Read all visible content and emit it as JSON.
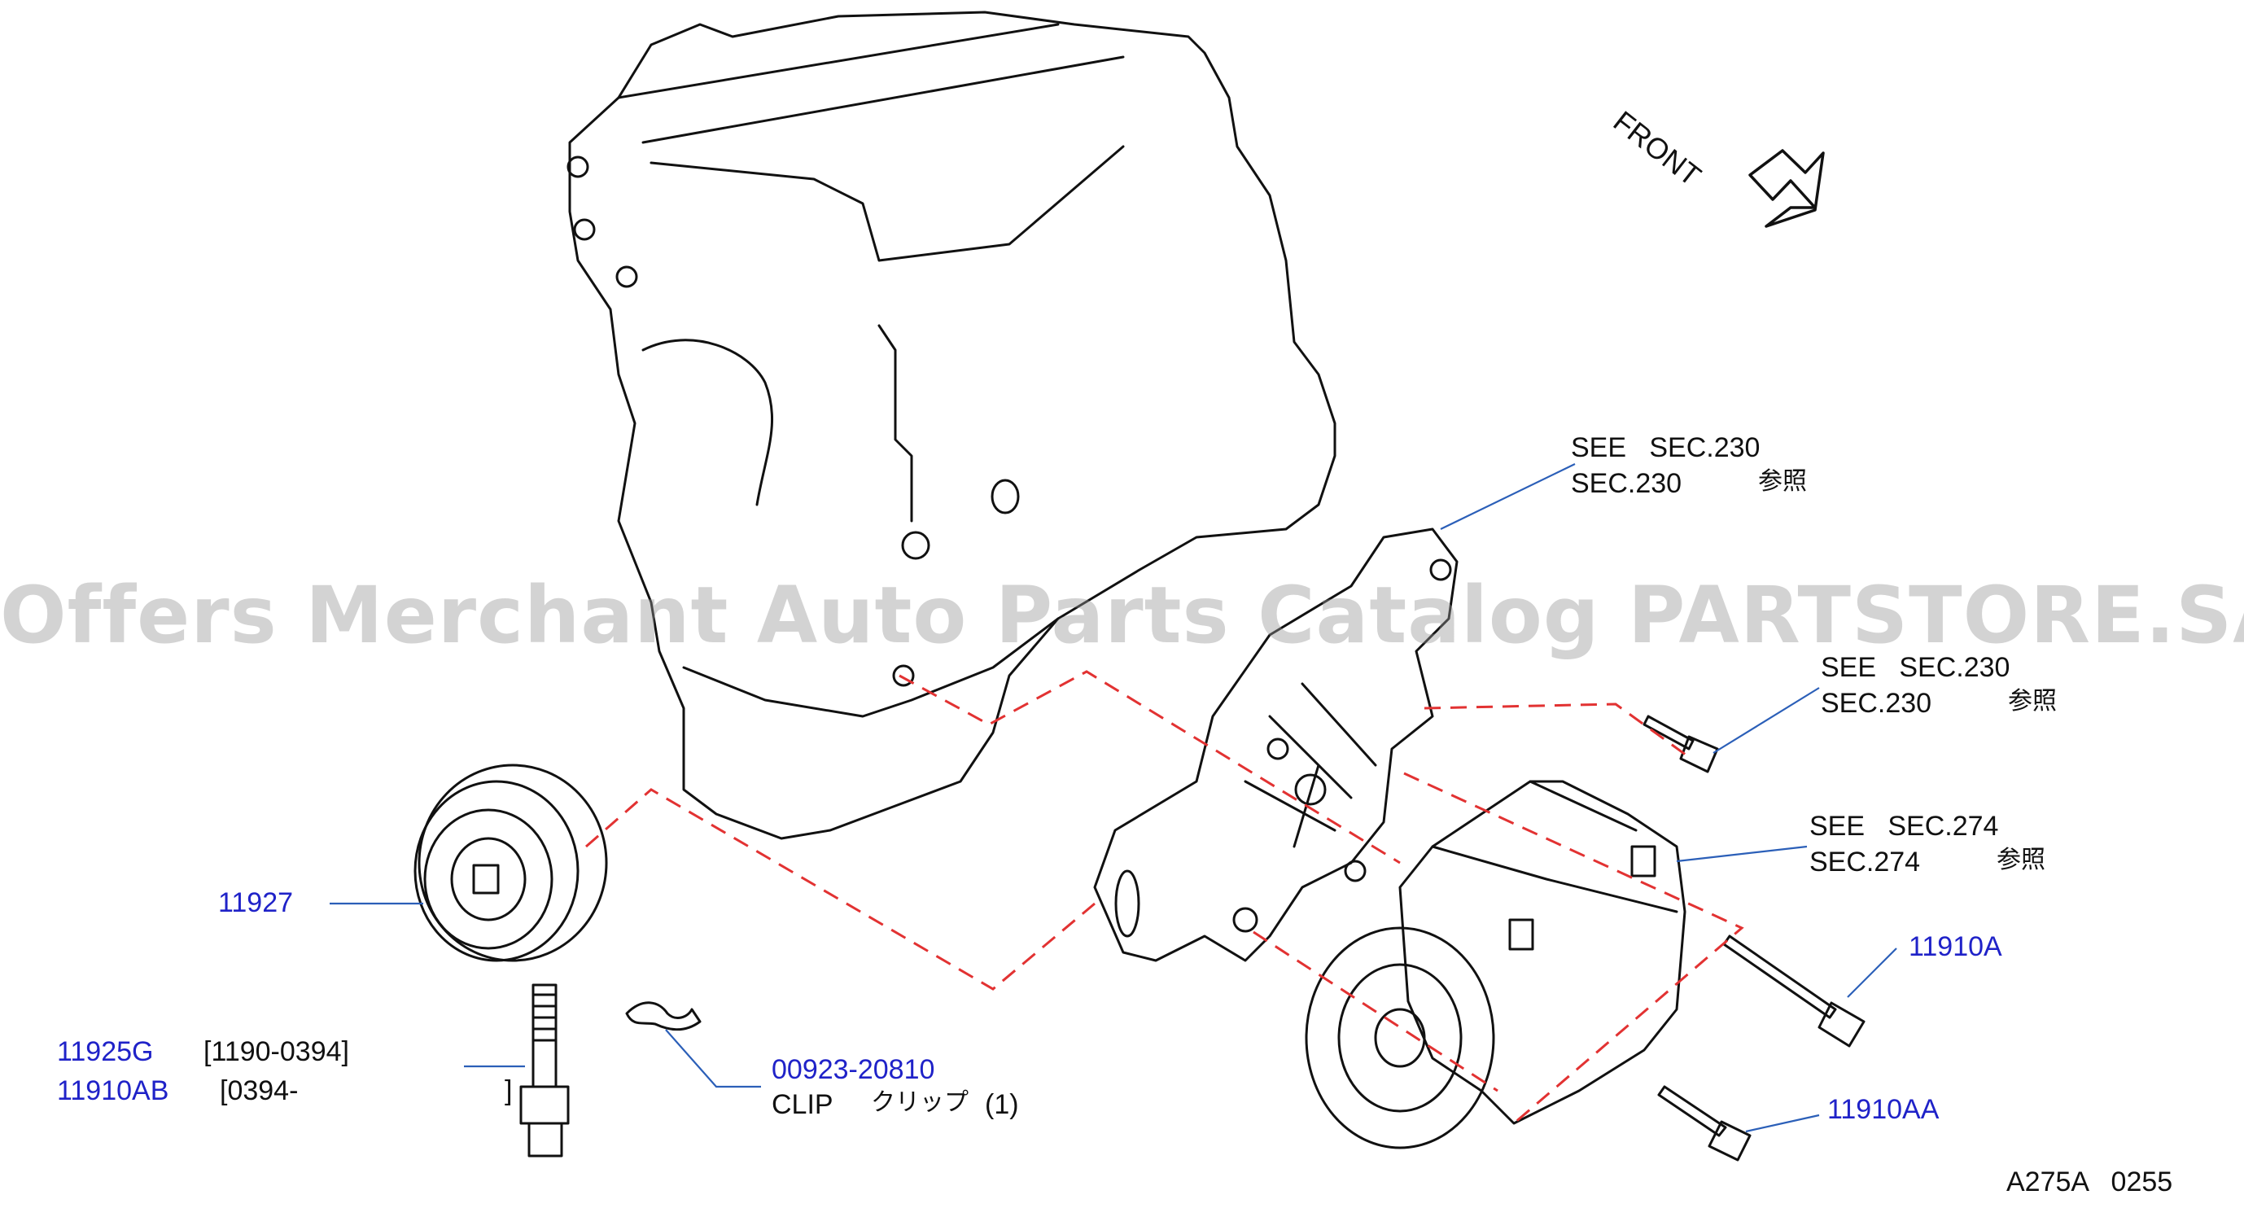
{
  "watermark": "Offers Merchant Auto Parts Catalog PARTSTORE.SA",
  "front_label": "FRONT",
  "refs": [
    {
      "see": "SEE   SEC.230",
      "sec": "SEC.230",
      "jp": "参照"
    },
    {
      "see": "SEE   SEC.230",
      "sec": "SEC.230",
      "jp": "参照"
    },
    {
      "see": "SEE   SEC.274",
      "sec": "SEC.274",
      "jp": "参照"
    }
  ],
  "parts": {
    "p11927": "11927",
    "p11925G": "11925G",
    "p11925G_range": "[1190-0394]",
    "p11910AB": "11910AB",
    "p11910AB_range_open": "[0394-",
    "p11910AB_range_close": "]",
    "p00923": "00923-20810",
    "clip_name": "CLIP",
    "clip_jp": "クリップ",
    "clip_qty": "(1)",
    "p11910A": "11910A",
    "p11910AA": "11910AA"
  },
  "figure_code": "A275A   0255",
  "colors": {
    "part_link": "#1f22c8",
    "leader": "#2b5fb8",
    "dashed": "#e23232",
    "line": "#111111"
  }
}
